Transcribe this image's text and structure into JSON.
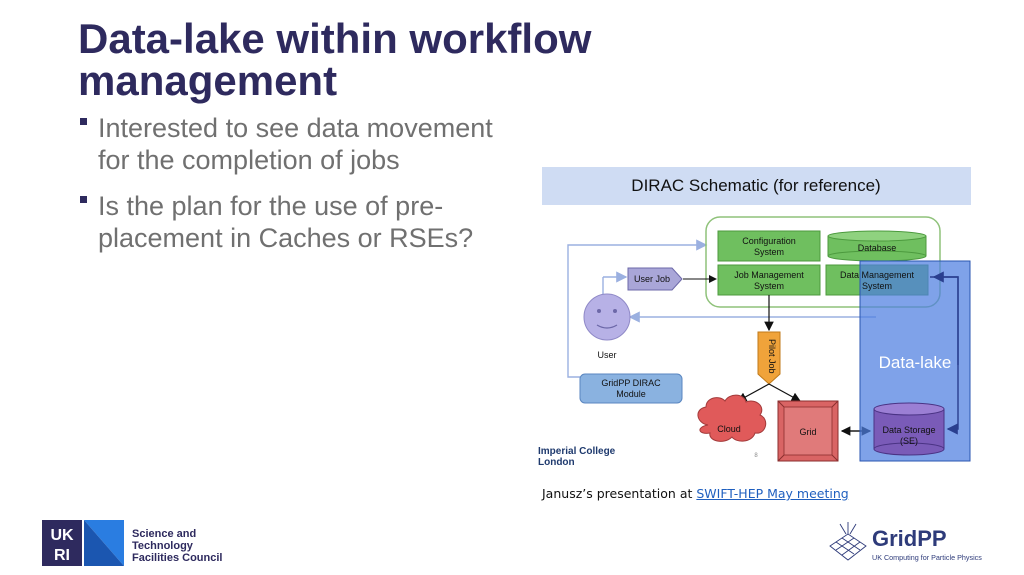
{
  "slide": {
    "title": "Data-lake within workflow management",
    "bullets": [
      "Interested to see data movement for the completion of jobs",
      "Is the plan for the use of pre-placement in Caches or RSEs?"
    ]
  },
  "diagram": {
    "header": "DIRAC Schematic (for reference)",
    "nodes": {
      "config": [
        "Configuration",
        "System"
      ],
      "database": "Database",
      "job_mgmt": [
        "Job Management",
        "System"
      ],
      "data_mgmt": [
        "Data Management",
        "System"
      ],
      "user_job": "User Job",
      "user": "User",
      "gridpp_module": [
        "GridPP DIRAC",
        "Module"
      ],
      "pilot_job": "Pilot Job",
      "cloud": "Cloud",
      "grid": "Grid",
      "data_storage": [
        "Data Storage",
        "(SE)"
      ],
      "data_lake": "Data-lake",
      "page_number": "8"
    },
    "institution": [
      "Imperial College",
      "London"
    ],
    "colors": {
      "header_bg": "#cfdcf3",
      "green_box": "#6fbf5f",
      "green_border": "#8fc27a",
      "data_lake": "#4d7ee0",
      "blue_module": "#8ab2e0",
      "cloud": "#e05a5a",
      "grid": "#d96464",
      "pilot": "#f0a33a",
      "user_job": "#a9a6d8",
      "face": "#b7b1e6"
    }
  },
  "caption": {
    "text": "Janusz’s presentation at ",
    "link": "SWIFT-HEP May meeting"
  },
  "logos": {
    "ukri": "UKRI",
    "ukri_council": [
      "Science and",
      "Technology",
      "Facilities Council"
    ],
    "gridpp_name": "GridPP",
    "gridpp_tagline": "UK Computing for Particle Physics"
  },
  "colors": {
    "title": "#2e2a5e",
    "bullet_text": "#707070",
    "link": "#1f5fbf"
  }
}
